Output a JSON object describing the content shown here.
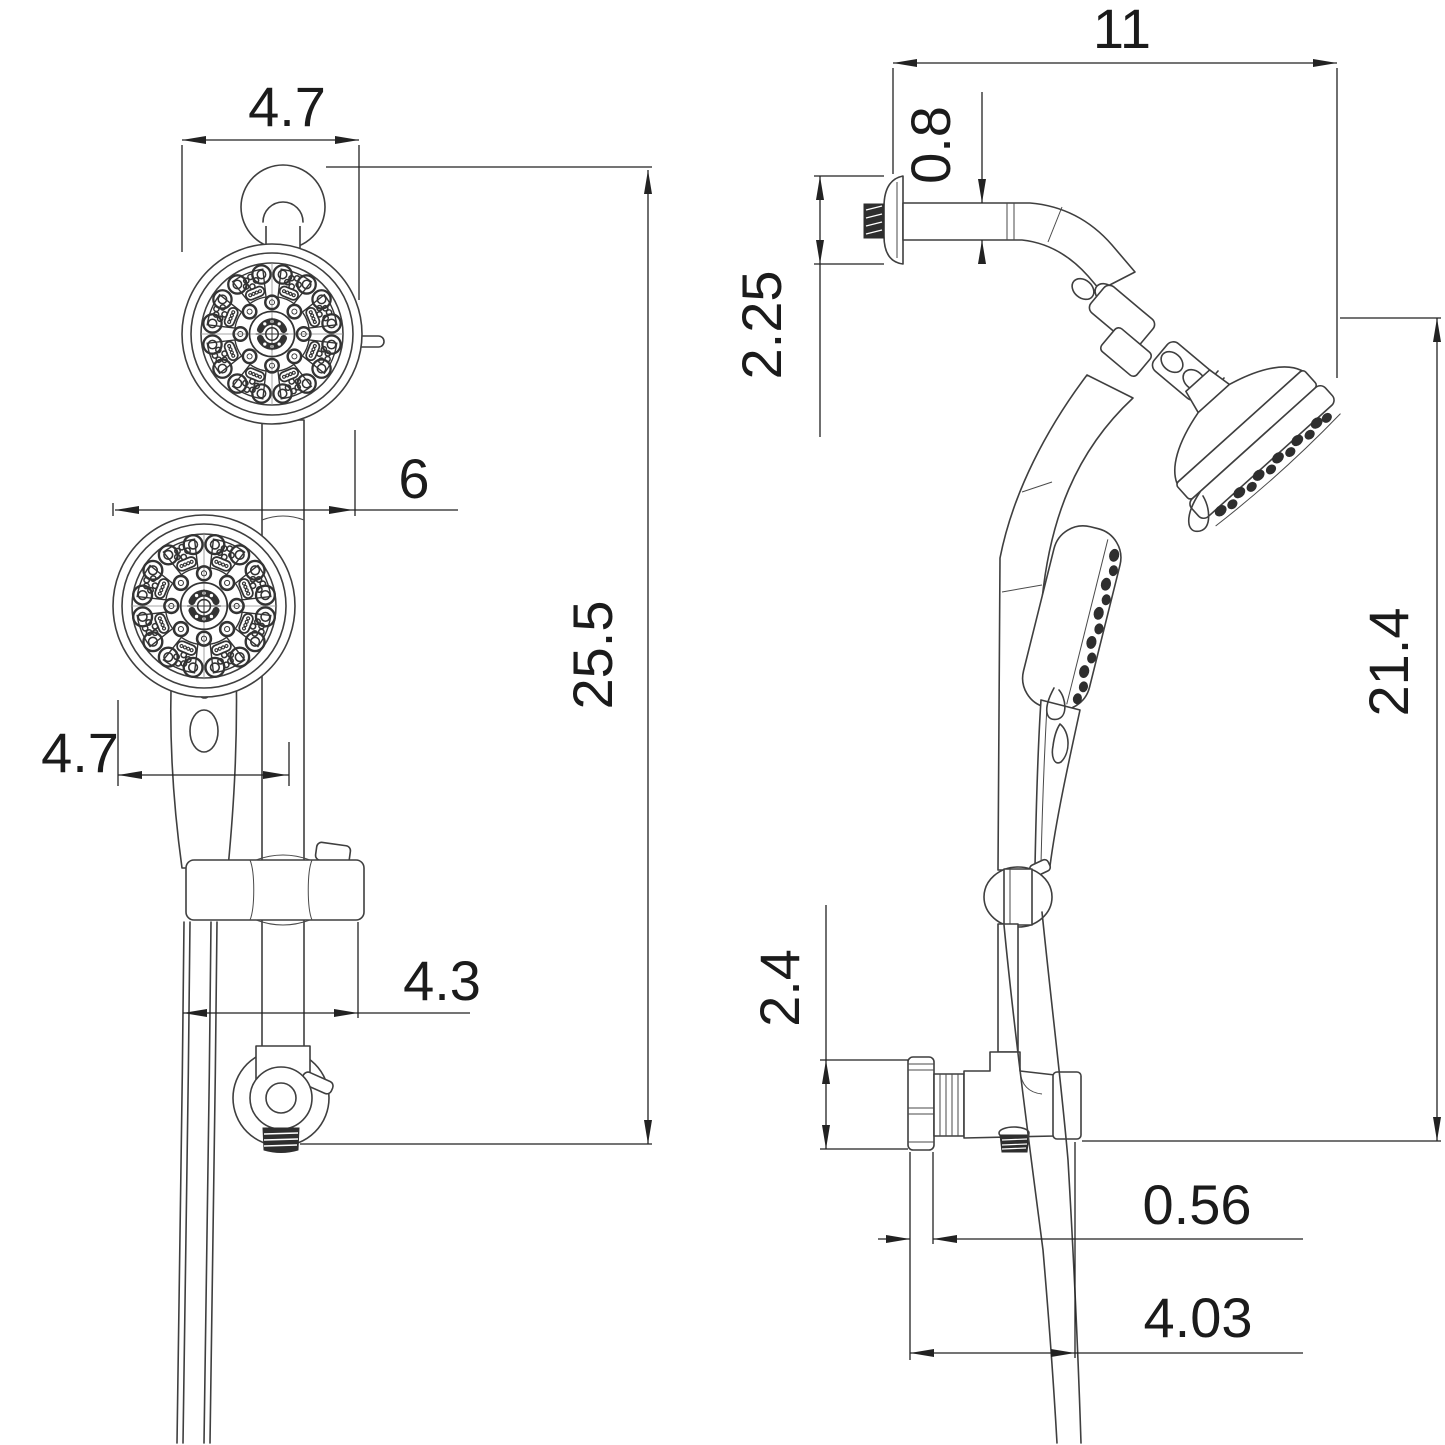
{
  "colors": {
    "background": "#ffffff",
    "drawing_line": "#3f3f3f",
    "dimension_line": "#222222",
    "dimension_text": "#1b1b1b"
  },
  "front_view": {
    "dim_head_width": "4.7",
    "dim_bar_offset": "6",
    "dim_handheld_width": "4.7",
    "dim_bracket_width": "4.3",
    "dim_total_height": "25.5"
  },
  "side_view": {
    "dim_total_depth": "11",
    "dim_arm_diameter": "0.8",
    "dim_flange_height": "2.25",
    "dim_head_drop": "21.4",
    "dim_bracket_height": "2.4",
    "dim_wall_gap": "0.56",
    "dim_outlet_depth": "4.03"
  }
}
